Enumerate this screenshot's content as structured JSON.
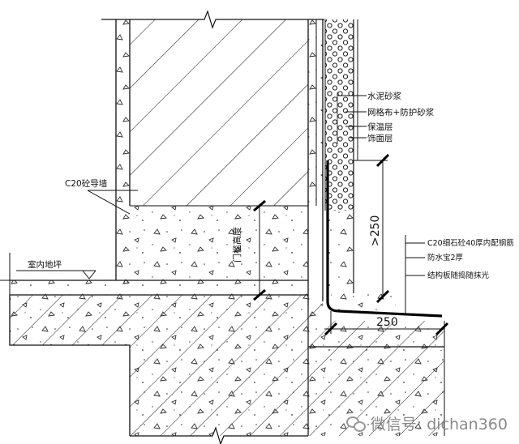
{
  "labels": {
    "layer1": "水泥砂浆",
    "layer2": "网格布+防护砂浆",
    "layer3": "保温层",
    "layer4": "饰面层",
    "guide_wall": "C20砼导墙",
    "floor": "室内地坪",
    "threshold": "门槛高度",
    "dim_vertical": ">250",
    "dim_horizontal": "250",
    "note1": "C20细石砼40厚内配钢筋",
    "note2": "防水宝2厚",
    "note3": "结构板随捣随抹光"
  },
  "watermark": {
    "text": "微信号: dichan360",
    "icon": "wechat-icon"
  }
}
